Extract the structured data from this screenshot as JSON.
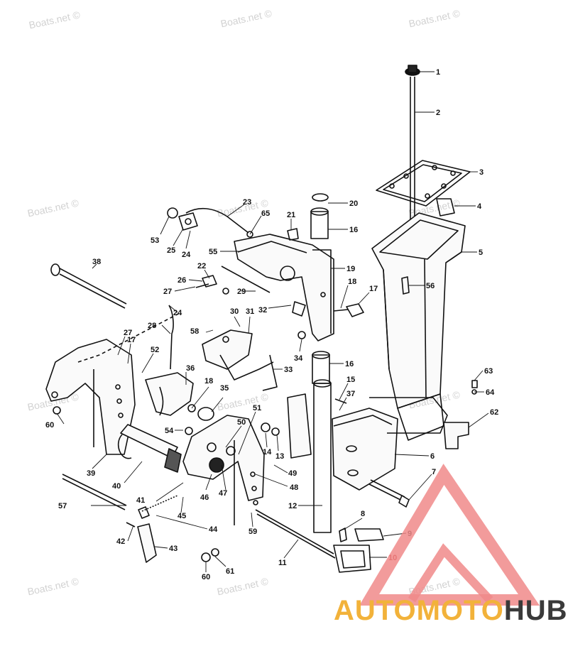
{
  "watermark": "Boats.net ©",
  "brand": {
    "part1": "AUTOMOTO",
    "part2": "HUB",
    "color_accent": "#f2b23a",
    "color_dark": "#3a3a3a",
    "logo_color": "#f08a8a"
  },
  "callouts": [
    "1",
    "2",
    "3",
    "4",
    "5",
    "6",
    "7",
    "8",
    "9",
    "10",
    "11",
    "12",
    "13",
    "14",
    "15",
    "16",
    "16",
    "17",
    "17",
    "18",
    "18",
    "19",
    "20",
    "21",
    "22",
    "23",
    "24",
    "24",
    "25",
    "26",
    "27",
    "27",
    "28",
    "29",
    "30",
    "31",
    "32",
    "33",
    "34",
    "35",
    "36",
    "37",
    "38",
    "39",
    "40",
    "41",
    "42",
    "43",
    "44",
    "45",
    "46",
    "47",
    "48",
    "49",
    "50",
    "51",
    "52",
    "53",
    "54",
    "55",
    "56",
    "57",
    "58",
    "59",
    "60",
    "60",
    "61",
    "62",
    "63",
    "64",
    "65"
  ]
}
